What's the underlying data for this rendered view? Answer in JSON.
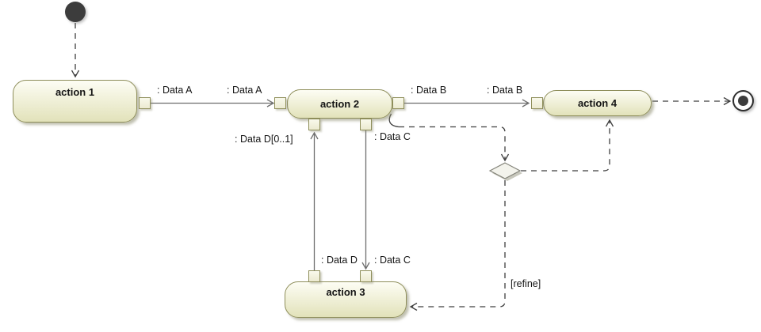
{
  "nodes": {
    "action1": {
      "label": "action 1"
    },
    "action2": {
      "label": "action 2"
    },
    "action3": {
      "label": "action 3"
    },
    "action4": {
      "label": "action 4"
    }
  },
  "edge_labels": {
    "data_a_source": ": Data A",
    "data_a_target": ": Data A",
    "data_b_source": ": Data B",
    "data_b_target": ": Data B",
    "data_d_target": ": Data D[0..1]",
    "data_c_source": ": Data C",
    "data_d_source": ": Data D",
    "data_c_target": ": Data C",
    "refine_guard": "[refine]"
  },
  "colors": {
    "action-border": "#8e8e5a",
    "action-fill-top": "#fdfdf4",
    "action-fill-bottom": "#e2e2ba",
    "object-flow": "#6e6e6e",
    "control-flow": "#3f3f3f",
    "node-dark": "#3c3c3c",
    "decision-fill": "#f3f3ec",
    "decision-border": "#84847a"
  }
}
